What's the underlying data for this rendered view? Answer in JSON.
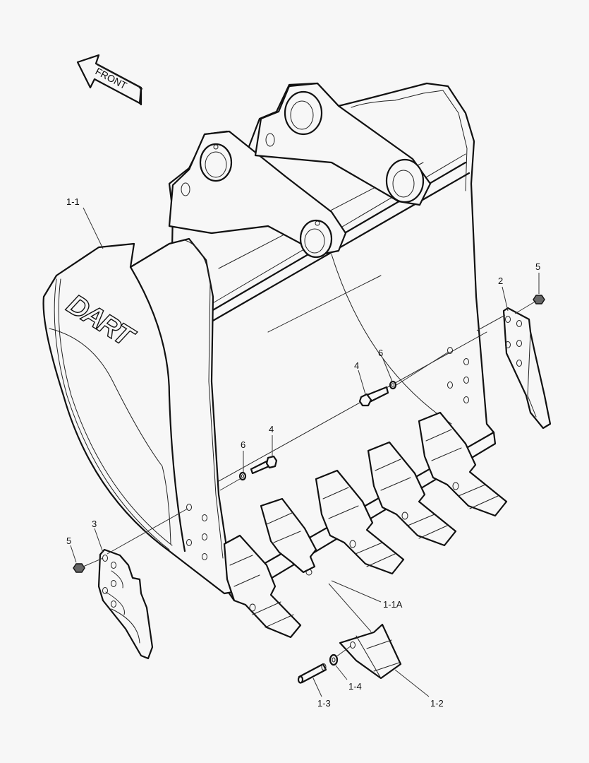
{
  "diagram": {
    "title": "Excavator bucket exploded parts view",
    "direction_indicator": {
      "label": "FRONT",
      "icon": "left-arrow-icon"
    },
    "brand_logo": "DART",
    "callouts": [
      {
        "id": "1-1",
        "label": "1-1",
        "part": "bucket body"
      },
      {
        "id": "1-1A",
        "label": "1-1A",
        "part": "tooth adapter"
      },
      {
        "id": "1-2",
        "label": "1-2",
        "part": "tooth point"
      },
      {
        "id": "1-3",
        "label": "1-3",
        "part": "tooth pin"
      },
      {
        "id": "1-4",
        "label": "1-4",
        "part": "pin retainer washer"
      },
      {
        "id": "2",
        "label": "2",
        "part": "right side cutter"
      },
      {
        "id": "3",
        "label": "3",
        "part": "left side cutter"
      },
      {
        "id": "4a",
        "label": "4",
        "part": "bolt (right)"
      },
      {
        "id": "4b",
        "label": "4",
        "part": "bolt (left)"
      },
      {
        "id": "5a",
        "label": "5",
        "part": "nut (right)"
      },
      {
        "id": "5b",
        "label": "5",
        "part": "nut (left)"
      },
      {
        "id": "6a",
        "label": "6",
        "part": "washer (right)"
      },
      {
        "id": "6b",
        "label": "6",
        "part": "washer (left)"
      }
    ]
  }
}
